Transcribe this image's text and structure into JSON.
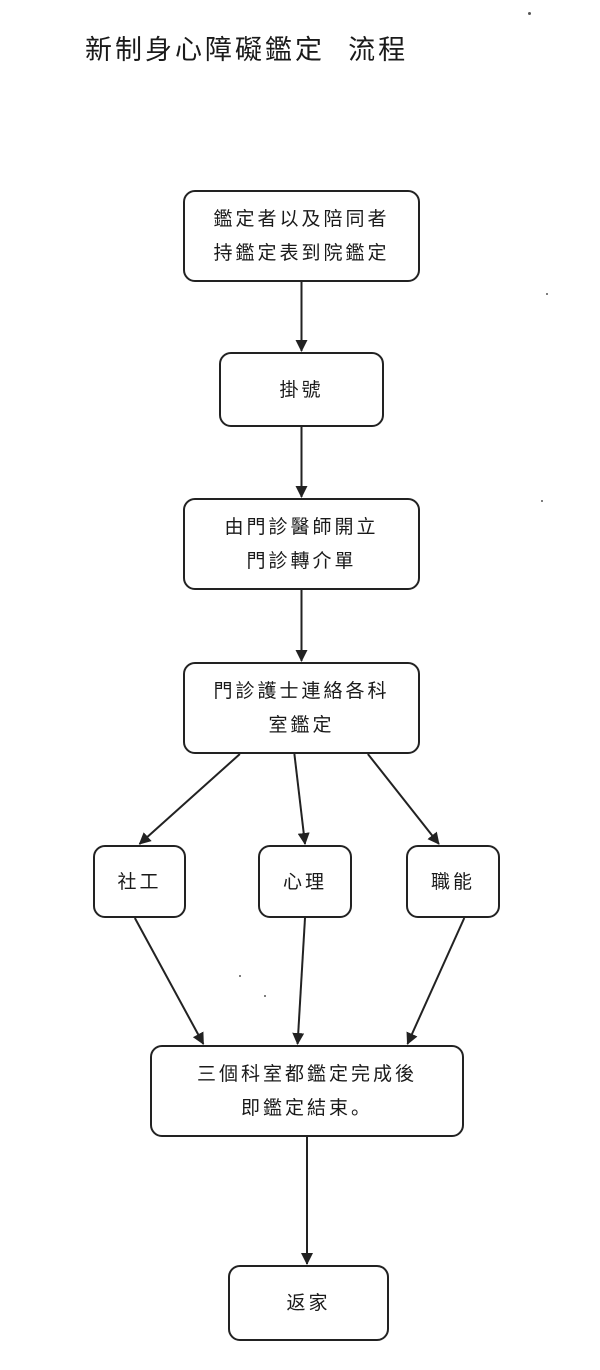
{
  "title": "新制身心障礙鑑定  流程",
  "nodes": {
    "arrive": {
      "line1": "鑑定者以及陪同者",
      "line2": "持鑑定表到院鑑定"
    },
    "register": {
      "line1": "掛號"
    },
    "referral": {
      "line1": "由門診醫師開立",
      "line2": "門診轉介單"
    },
    "contact": {
      "line1": "門診護士連絡各科",
      "line2": "室鑑定"
    },
    "social": {
      "line1": "社工"
    },
    "psychology": {
      "line1": "心理"
    },
    "occupational": {
      "line1": "職能"
    },
    "complete": {
      "line1": "三個科室都鑑定完成後",
      "line2": "即鑑定結束。"
    },
    "home": {
      "line1": "返家"
    }
  },
  "edges": [
    {
      "from": "arrive",
      "to": "register"
    },
    {
      "from": "register",
      "to": "referral"
    },
    {
      "from": "referral",
      "to": "contact"
    },
    {
      "from": "contact",
      "to": "social"
    },
    {
      "from": "contact",
      "to": "psychology"
    },
    {
      "from": "contact",
      "to": "occupational"
    },
    {
      "from": "social",
      "to": "complete"
    },
    {
      "from": "psychology",
      "to": "complete"
    },
    {
      "from": "occupational",
      "to": "complete"
    },
    {
      "from": "complete",
      "to": "home"
    }
  ],
  "colors": {
    "line": "#222222",
    "text": "#1a1a1a",
    "background": "#ffffff"
  }
}
